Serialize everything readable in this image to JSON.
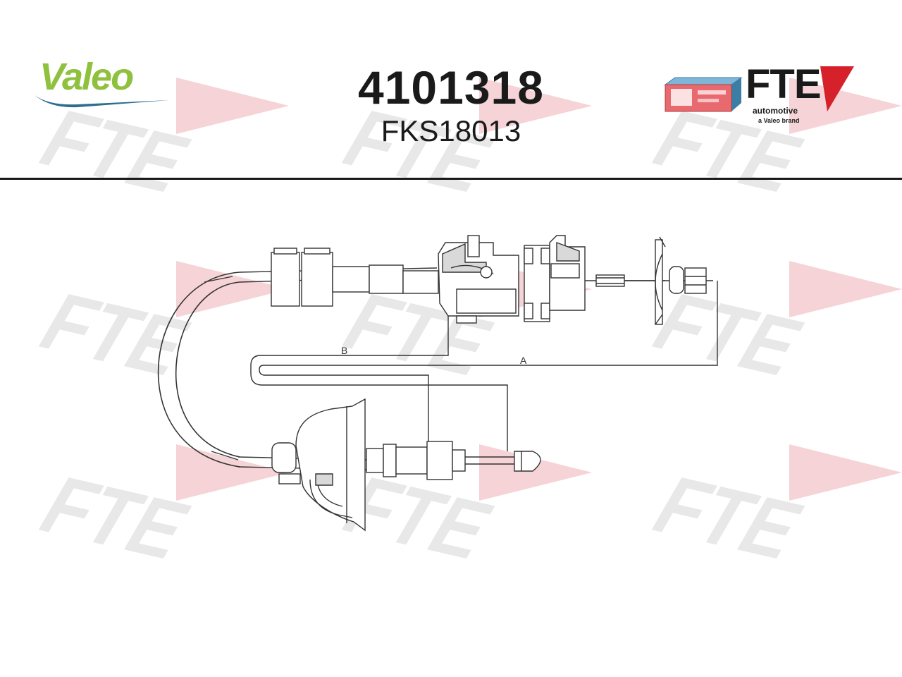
{
  "header": {
    "part_number": "4101318",
    "sub_number": "FKS18013"
  },
  "brands": {
    "valeo": "Valeo",
    "fte": "FTE",
    "fte_line1": "automotive",
    "fte_line2": "a Valeo brand"
  },
  "dimensions": {
    "label_a": "A",
    "label_b": "B"
  },
  "colors": {
    "valeo_green": "#8fc13e",
    "valeo_blue": "#2d6e8e",
    "fte_red": "#d6202a",
    "watermark_gray": "#e6e6e6",
    "watermark_pink": "#f5d3d6"
  }
}
